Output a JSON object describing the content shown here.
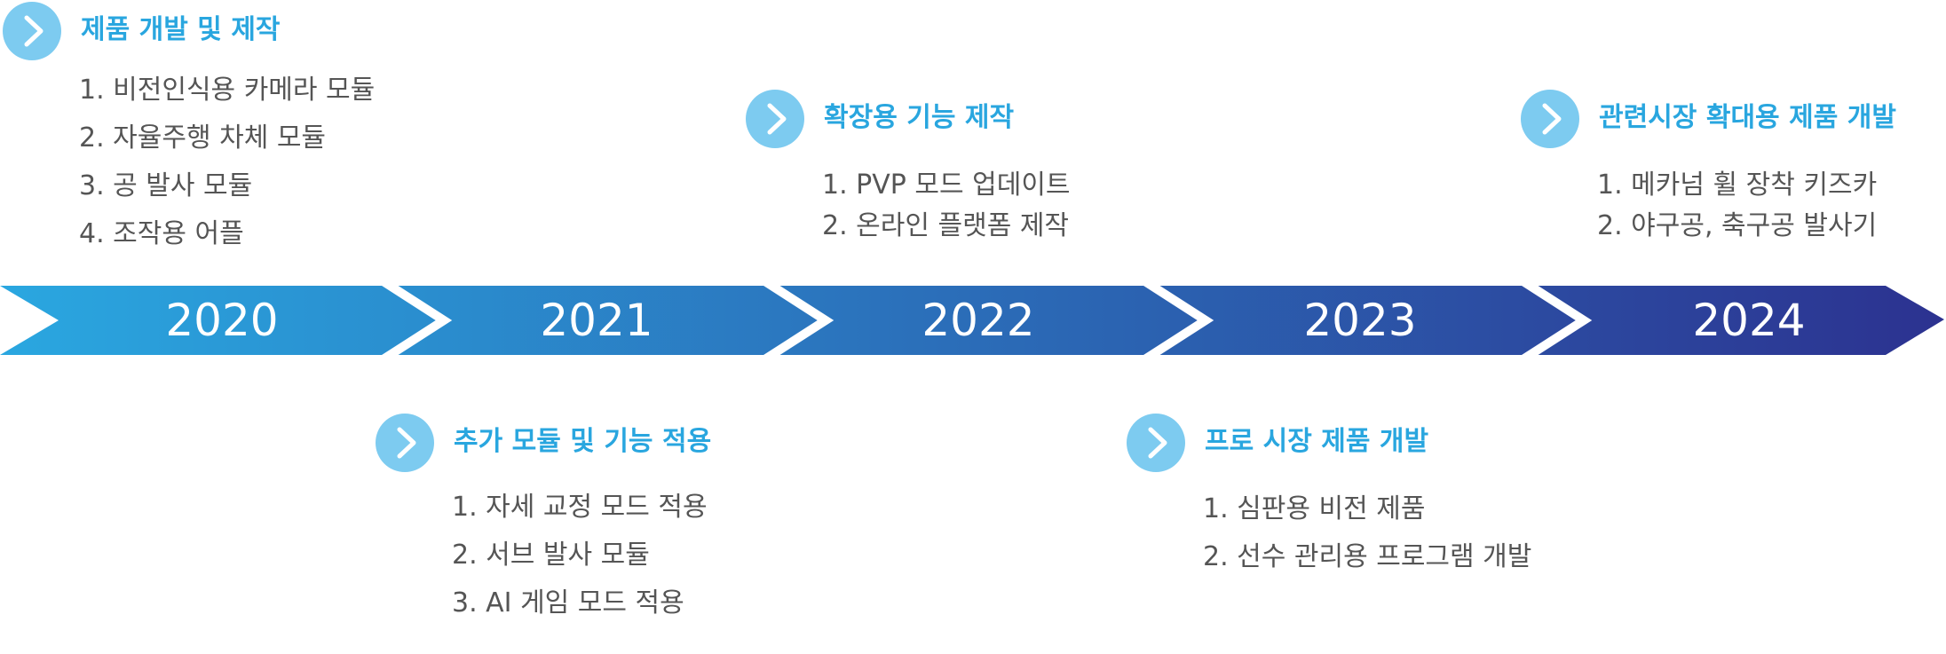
{
  "colors": {
    "arrow_start": "#2aa7e0",
    "arrow_end": "#2c3290",
    "icon_bg": "#7dcbf0",
    "title": "#29a6df",
    "item_text": "#555555"
  },
  "timeline": {
    "years": [
      "2020",
      "2021",
      "2022",
      "2023",
      "2024"
    ]
  },
  "milestones": [
    {
      "icon": "chevron-right-icon",
      "title": "제품 개발 및 제작",
      "items": [
        "1. 비전인식용 카메라 모듈",
        "2. 자율주행 차체 모듈",
        "3. 공 발사 모듈",
        "4. 조작용 어플"
      ]
    },
    {
      "icon": "chevron-right-icon",
      "title": "추가 모듈 및 기능 적용",
      "items": [
        "1. 자세 교정 모드 적용",
        "2. 서브 발사 모듈",
        "3. AI 게임 모드 적용"
      ]
    },
    {
      "icon": "chevron-right-icon",
      "title": "확장용 기능 제작",
      "items": [
        "1. PVP 모드 업데이트",
        "2. 온라인 플랫폼 제작"
      ]
    },
    {
      "icon": "chevron-right-icon",
      "title": "프로 시장 제품 개발",
      "items": [
        "1. 심판용 비전 제품",
        "2. 선수 관리용 프로그램 개발"
      ]
    },
    {
      "icon": "chevron-right-icon",
      "title": "관련시장 확대용 제품 개발",
      "items": [
        "1. 메카넘 휠 장착 키즈카",
        "2. 야구공, 축구공 발사기"
      ]
    }
  ]
}
